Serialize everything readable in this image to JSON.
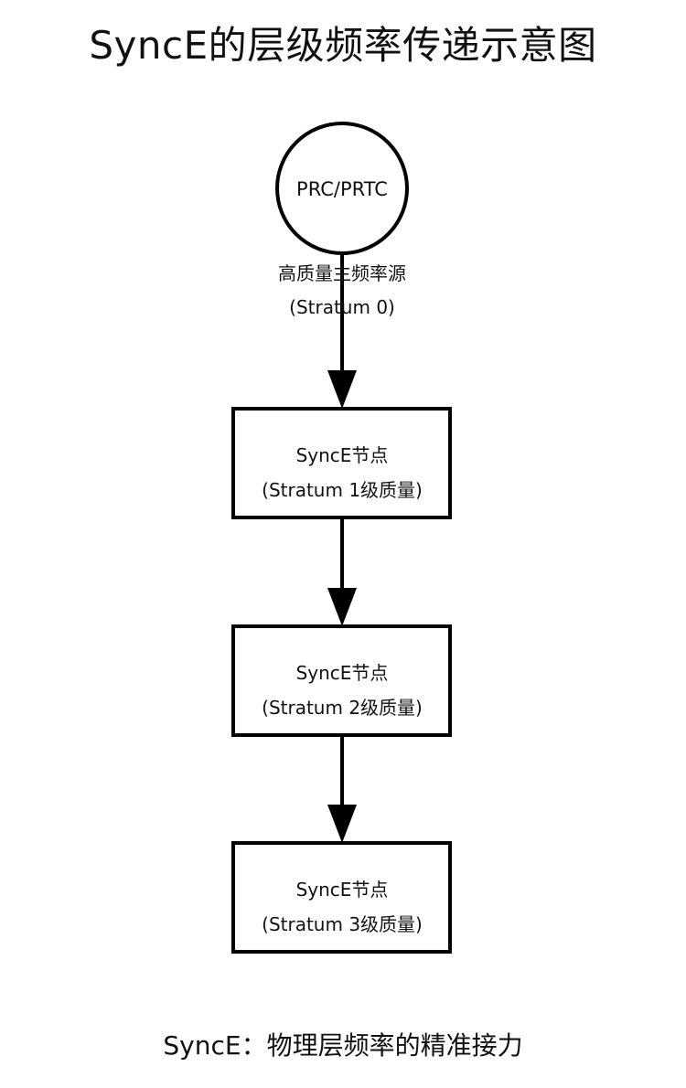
{
  "title": "SyncE的层级频率传递示意图",
  "source_node": {
    "label": "PRC/PRTC",
    "caption_line1": "高质量主频率源",
    "caption_line2": "(Stratum 0)"
  },
  "nodes": [
    {
      "line1": "SyncE节点",
      "line2": "(Stratum 1级质量)"
    },
    {
      "line1": "SyncE节点",
      "line2": "(Stratum 2级质量)"
    },
    {
      "line1": "SyncE节点",
      "line2": "(Stratum 3级质量)"
    }
  ],
  "caption": "SyncE：物理层频率的精准接力"
}
